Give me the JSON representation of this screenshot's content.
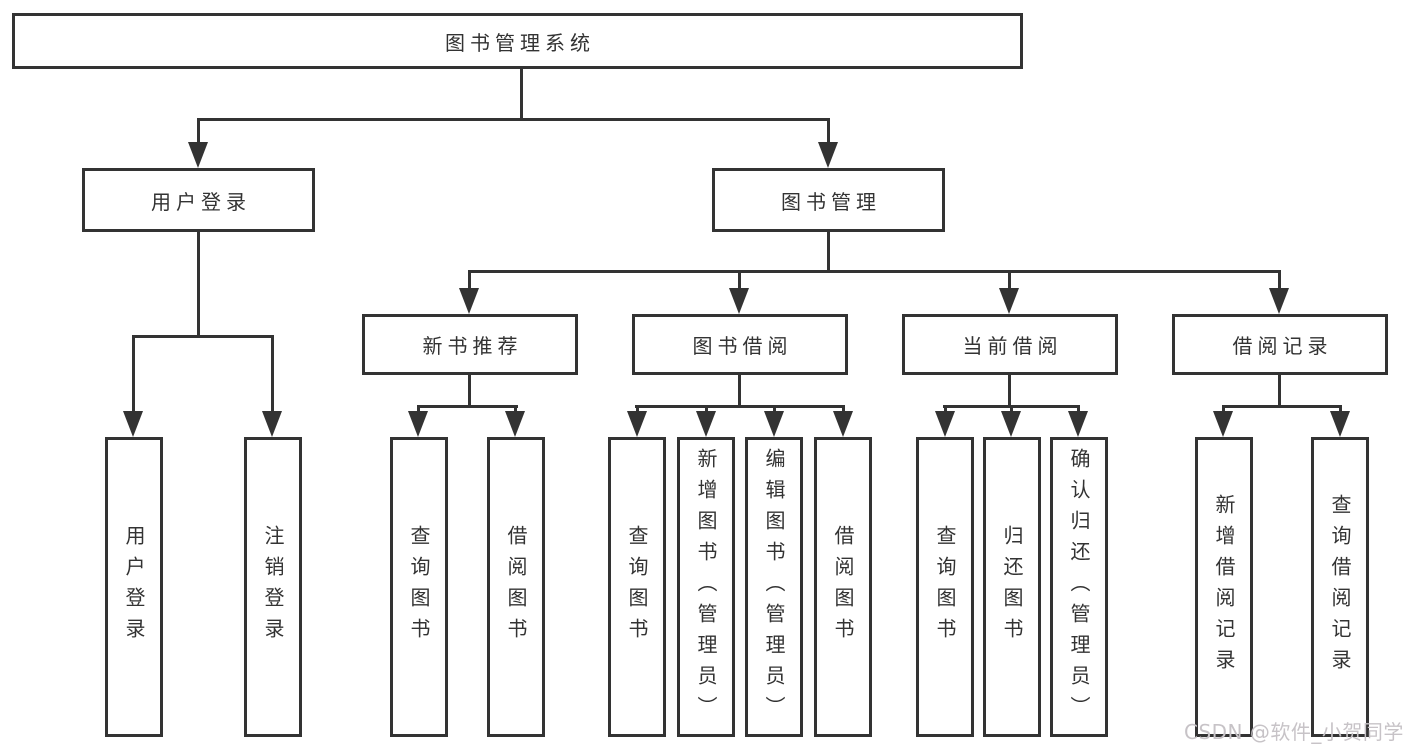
{
  "diagram": {
    "title": "图书管理系统",
    "tree": {
      "root": {
        "label": "图书管理系统"
      },
      "branches": [
        {
          "label": "用户登录",
          "children": [
            {
              "label": "用户登录"
            },
            {
              "label": "注销登录"
            }
          ]
        },
        {
          "label": "图书管理",
          "children": [
            {
              "label": "新书推荐",
              "children": [
                {
                  "label": "查询图书"
                },
                {
                  "label": "借阅图书"
                }
              ]
            },
            {
              "label": "图书借阅",
              "children": [
                {
                  "label": "查询图书"
                },
                {
                  "label": "新增图书（管理员）"
                },
                {
                  "label": "编辑图书（管理员）"
                },
                {
                  "label": "借阅图书"
                }
              ]
            },
            {
              "label": "当前借阅",
              "children": [
                {
                  "label": "查询图书"
                },
                {
                  "label": "归还图书"
                },
                {
                  "label": "确认归还（管理员）"
                }
              ]
            },
            {
              "label": "借阅记录",
              "children": [
                {
                  "label": "新增借阅记录"
                },
                {
                  "label": "查询借阅记录"
                }
              ]
            }
          ]
        }
      ]
    },
    "colors": {
      "line": "#333333",
      "text": "#333333",
      "watermark_text_color": "#c7c3c7",
      "background": "#ffffff"
    },
    "watermark": "CSDN @软件_小贺同学"
  }
}
